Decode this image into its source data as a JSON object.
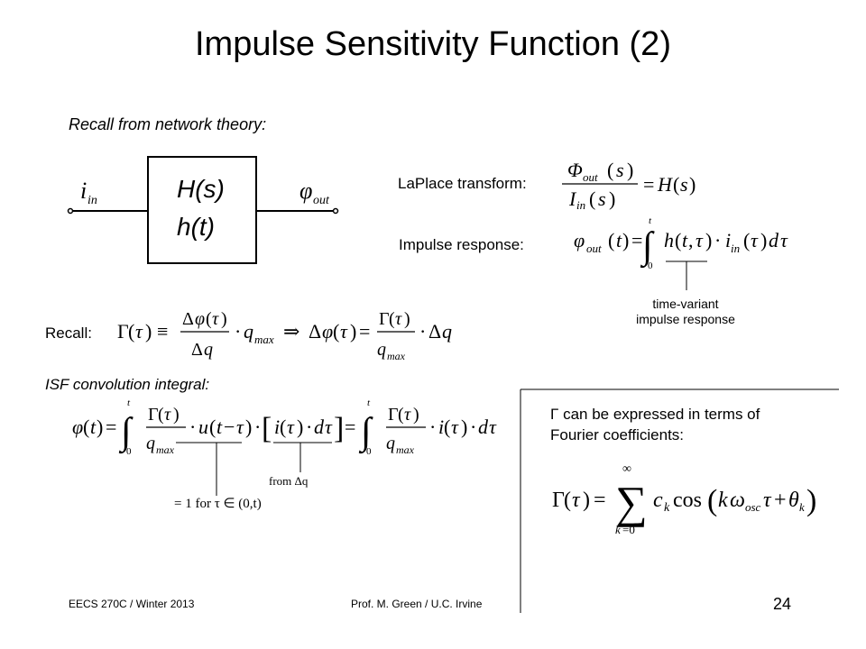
{
  "slide": {
    "title": "Impulse Sensitivity Function (2)",
    "recall_network": "Recall from network theory:",
    "block": {
      "top_label": "H(s)",
      "bottom_label": "h(t)",
      "input_label": "iin",
      "output_label": "φout"
    },
    "laplace_label": "LaPlace transform:",
    "impulse_label": "Impulse response:",
    "time_variant_note_1": "time-variant",
    "time_variant_note_2": "impulse response",
    "recall_label": "Recall:",
    "isf_label": "ISF convolution integral:",
    "from_dq": "from Δq",
    "one_for": "= 1 for τ ∈ (0,t)",
    "gamma_note_1": "Γ can be expressed in terms of",
    "gamma_note_2": "Fourier coefficients:",
    "footer_left": "EECS 270C / Winter 2013",
    "footer_center": "Prof. M. Green / U.C. Irvine",
    "page_number": "24"
  }
}
